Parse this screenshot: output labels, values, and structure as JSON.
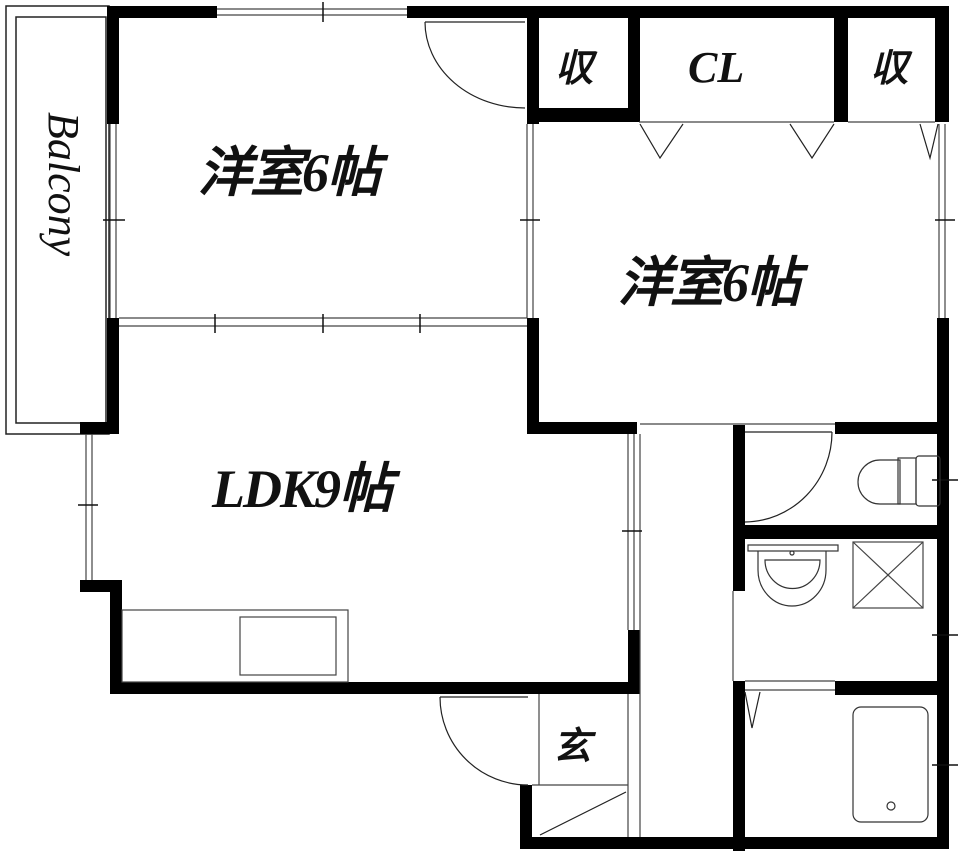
{
  "floor_plan": {
    "layout": "2LDK",
    "rooms": [
      {
        "id": "western-room-1",
        "label": "洋室6帖",
        "type": "Western-style room",
        "size_jo": 6
      },
      {
        "id": "western-room-2",
        "label": "洋室6帖",
        "type": "Western-style room",
        "size_jo": 6
      },
      {
        "id": "ldk",
        "label": "LDK9帖",
        "type": "Living/Dining/Kitchen",
        "size_jo": 9
      },
      {
        "id": "closet",
        "label": "CL",
        "type": "Closet"
      },
      {
        "id": "storage-1",
        "label": "収",
        "type": "Storage"
      },
      {
        "id": "storage-2",
        "label": "収",
        "type": "Storage"
      },
      {
        "id": "entrance",
        "label": "玄",
        "type": "Entrance"
      },
      {
        "id": "balcony",
        "label": "Balcony",
        "type": "Balcony"
      }
    ],
    "fixtures": [
      "toilet",
      "washbasin",
      "washing-machine-pan",
      "bathtub",
      "kitchen-counter",
      "sink"
    ],
    "colors": {
      "wall": "#000000",
      "line": "#222222",
      "background": "#ffffff",
      "window": "#888888"
    }
  }
}
